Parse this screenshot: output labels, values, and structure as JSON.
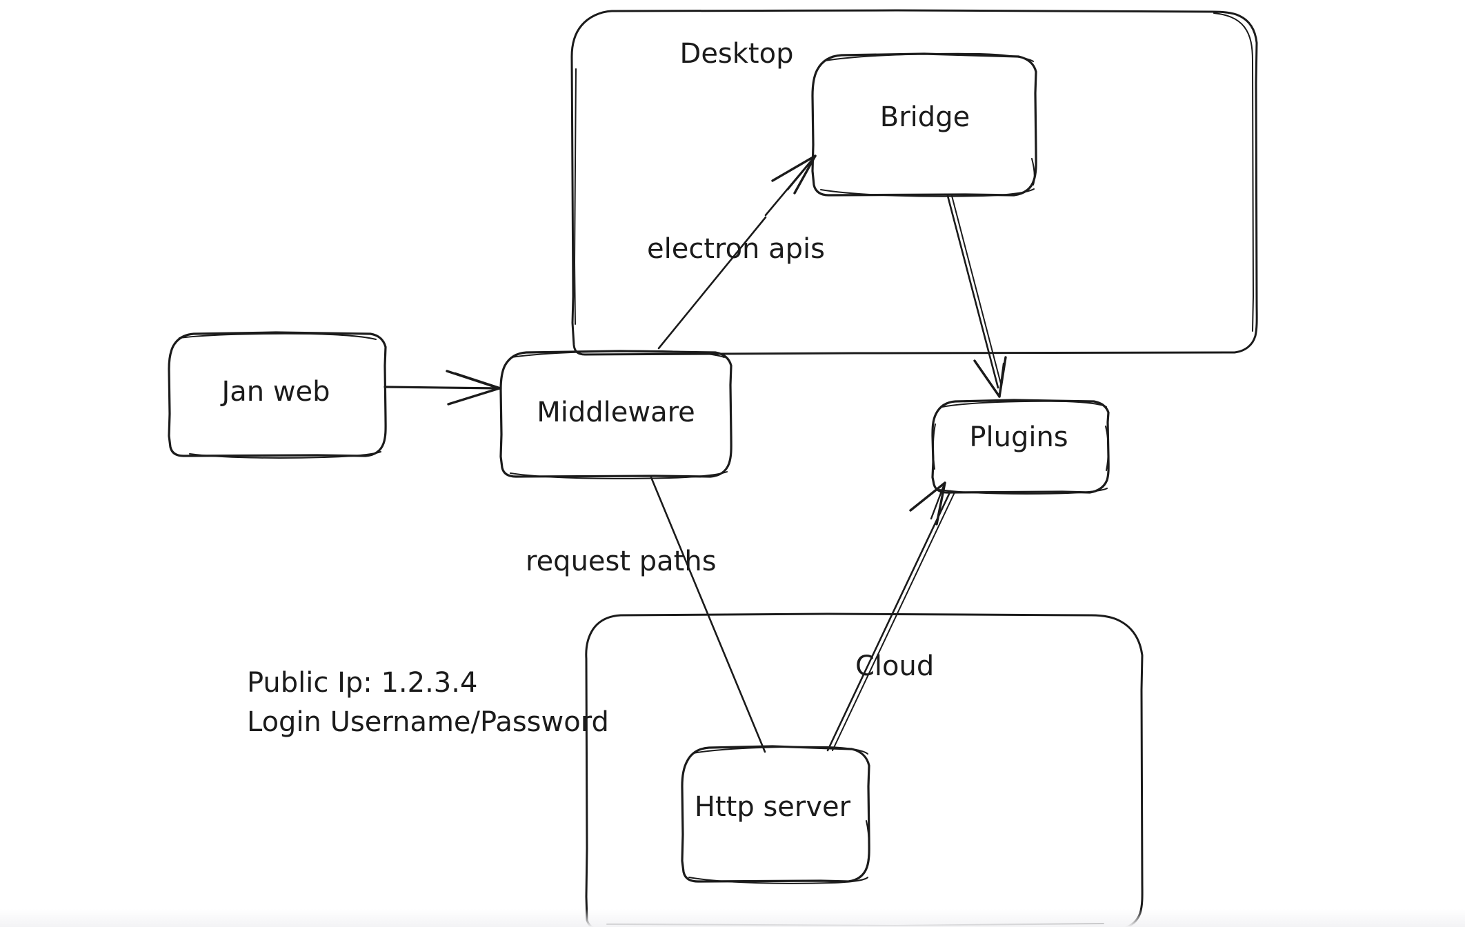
{
  "diagram": {
    "title": "Jan architecture whiteboard sketch",
    "style": "hand-drawn",
    "background_color": "#ffffff",
    "stroke_color": "#1b1b1b",
    "groups": [
      {
        "id": "desktop",
        "label": "Desktop"
      },
      {
        "id": "cloud",
        "label": ""
      }
    ],
    "nodes": [
      {
        "id": "jan-web",
        "label": "Jan web"
      },
      {
        "id": "middleware",
        "label": "Middleware"
      },
      {
        "id": "bridge",
        "label": "Bridge"
      },
      {
        "id": "plugins",
        "label": "Plugins"
      },
      {
        "id": "http-server",
        "label": "Http server"
      }
    ],
    "edges": [
      {
        "id": "janweb-middleware",
        "from": "Jan web",
        "to": "Middleware",
        "label": ""
      },
      {
        "id": "middleware-bridge",
        "from": "Middleware",
        "to": "Bridge",
        "label": "electron apis"
      },
      {
        "id": "bridge-plugins",
        "from": "Bridge",
        "to": "Plugins",
        "label": ""
      },
      {
        "id": "middleware-httpserver",
        "from": "Middleware",
        "to": "Http server",
        "label": "request paths"
      },
      {
        "id": "httpserver-plugins",
        "from": "Http server",
        "to": "Plugins",
        "label": "Cloud"
      }
    ],
    "notes": {
      "public_ip_line": "Public Ip: 1.2.3.4",
      "login_line": "Login Username/Password"
    }
  }
}
